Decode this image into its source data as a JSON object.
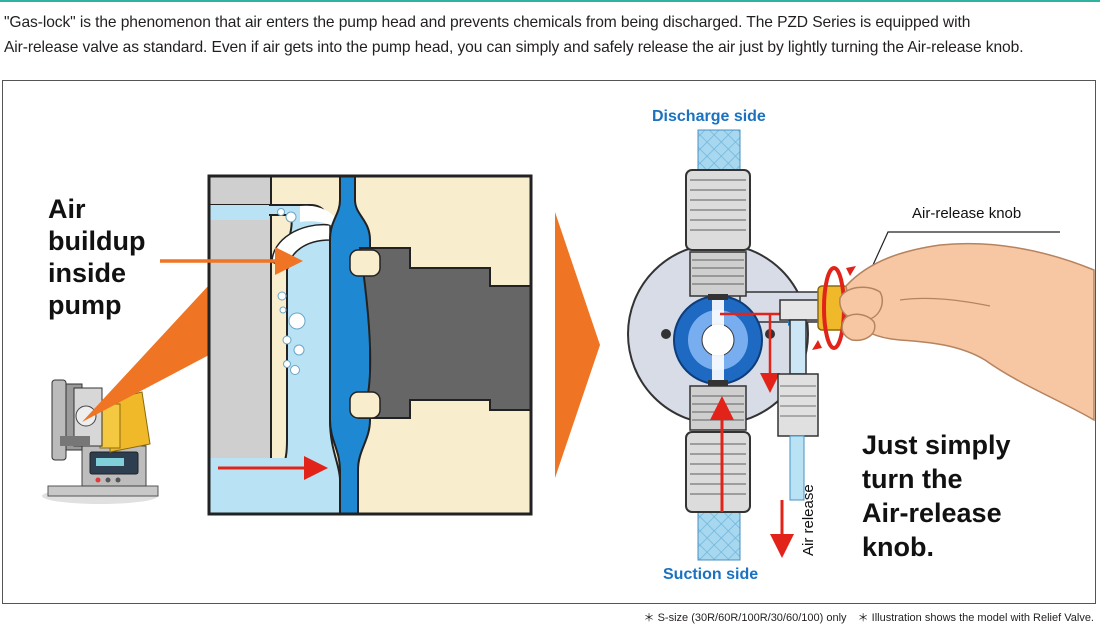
{
  "intro": {
    "line1": "\"Gas-lock\" is the phenomenon that air enters the pump head and prevents chemicals from being discharged. The PZD Series is equipped with",
    "line2": "Air-release valve as standard. Even if air gets into the pump head, you can simply and safely release the air just by lightly turning the Air-release knob."
  },
  "left_panel": {
    "label_lines": [
      "Air",
      "buildup",
      "inside",
      "pump"
    ]
  },
  "right_panel": {
    "discharge_label": "Discharge side",
    "suction_label": "Suction side",
    "knob_label": "Air-release knob",
    "release_label": "Air release",
    "turn_lines": [
      "Just simply",
      "turn the",
      "Air-release",
      "knob."
    ]
  },
  "footer": {
    "note1": "＊ S-size (30R/60R/100R/30/60/100) only",
    "note2": "＊ Illustration shows the model with Relief Valve."
  },
  "colors": {
    "accent_orange": "#ef7423",
    "arrow_red": "#e2231a",
    "water_blue": "#b9e3f5",
    "diaphragm_blue": "#1e88d2",
    "label_blue": "#1a72c0",
    "casing_gray": "#cfcfcf",
    "plunger_gray": "#666666",
    "beige": "#f8edcd",
    "rule_teal": "#2fb3a0"
  }
}
